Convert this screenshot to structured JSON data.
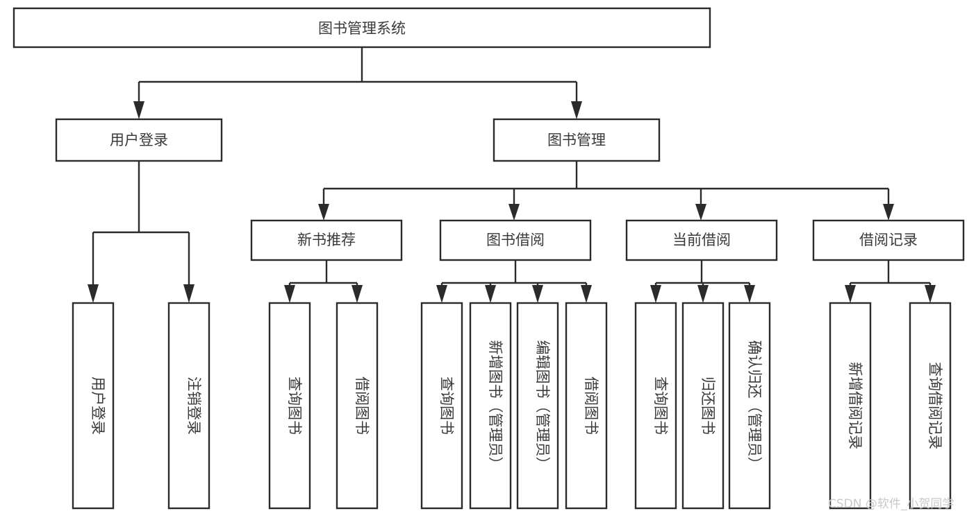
{
  "diagram": {
    "type": "tree-hierarchy",
    "title": "图书管理系统",
    "orientation": "top-down",
    "colors": {
      "box_fill": "#ffffff",
      "stroke": "#2b2b2b",
      "label": "#3a3a3a",
      "watermark": "#c9c9c9",
      "background": "#ffffff"
    },
    "root": {
      "label": "图书管理系统"
    },
    "level1": [
      {
        "label": "用户登录"
      },
      {
        "label": "图书管理"
      }
    ],
    "level2": [
      {
        "label": "新书推荐"
      },
      {
        "label": "图书借阅"
      },
      {
        "label": "当前借阅"
      },
      {
        "label": "借阅记录"
      }
    ],
    "leaves": {
      "user_login": [
        {
          "label": "用户登录"
        },
        {
          "label": "注销登录"
        }
      ],
      "new_book_recommend": [
        {
          "label": "查询图书"
        },
        {
          "label": "借阅图书"
        }
      ],
      "book_borrow": [
        {
          "label": "查询图书"
        },
        {
          "label": "新增图书（管理员）"
        },
        {
          "label": "编辑图书（管理员）"
        },
        {
          "label": "借阅图书"
        }
      ],
      "current_borrow": [
        {
          "label": "查询图书"
        },
        {
          "label": "归还图书"
        },
        {
          "label": "确认归还（管理员）"
        }
      ],
      "borrow_record": [
        {
          "label": "新增借阅记录"
        },
        {
          "label": "查询借阅记录"
        }
      ]
    }
  },
  "watermark": {
    "text": "CSDN @软件_小贺同学"
  }
}
